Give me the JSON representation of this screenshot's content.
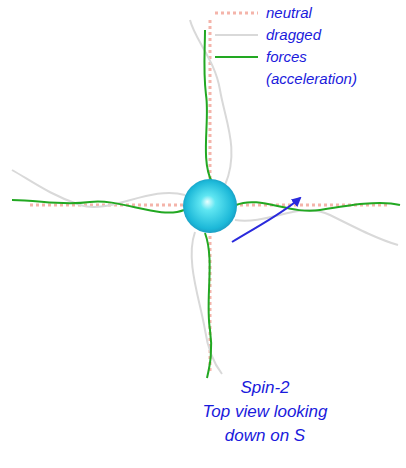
{
  "diagram": {
    "title": "Spin-2",
    "caption": "Top view looking down on S",
    "legend": [
      {
        "text": "neutral"
      },
      {
        "text": "dragged"
      },
      {
        "text": "forces (acceleration)"
      }
    ]
  }
}
